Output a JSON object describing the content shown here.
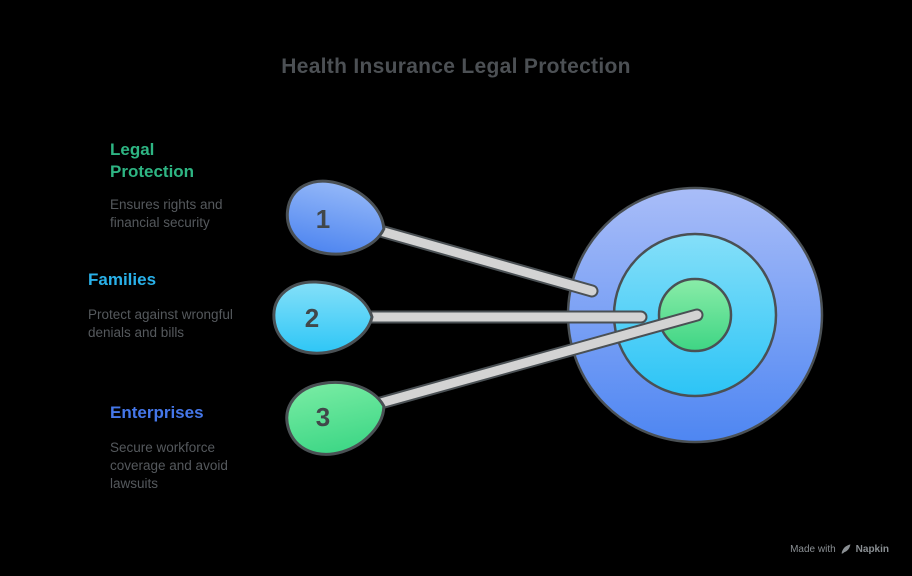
{
  "title": "Health Insurance Legal Protection",
  "items": [
    {
      "number": "1",
      "heading": "Legal Protection",
      "description": "Ensures rights and financial security",
      "heading_color": "#2eb583",
      "blob_gradient": {
        "top": "#93b7f8",
        "bottom": "#4f86f0"
      }
    },
    {
      "number": "2",
      "heading": "Families",
      "description": "Protect against wrongful denials and bills",
      "heading_color": "#29b1e9",
      "blob_gradient": {
        "top": "#85e0f9",
        "bottom": "#2ec6f6"
      }
    },
    {
      "number": "3",
      "heading": "Enterprises",
      "description": "Secure workforce coverage and avoid lawsuits",
      "heading_color": "#4577e9",
      "blob_gradient": {
        "top": "#76eba2",
        "bottom": "#3ed786"
      }
    }
  ],
  "target": {
    "rings": [
      {
        "name": "outer",
        "top": "#a9bdf8",
        "bottom": "#4e86f2"
      },
      {
        "name": "middle",
        "top": "#85dff9",
        "bottom": "#2cc4f6"
      },
      {
        "name": "inner",
        "top": "#8aeca8",
        "bottom": "#3ed584"
      }
    ]
  },
  "style": {
    "outline_color": "#4a5054",
    "arrow_fill": "#d3d3d3",
    "number_color": "#41474a",
    "title_color": "#4c5054",
    "body_text_color": "#55595d",
    "background": "#000000"
  },
  "footer": {
    "made_with": "Made with",
    "brand": "Napkin"
  }
}
